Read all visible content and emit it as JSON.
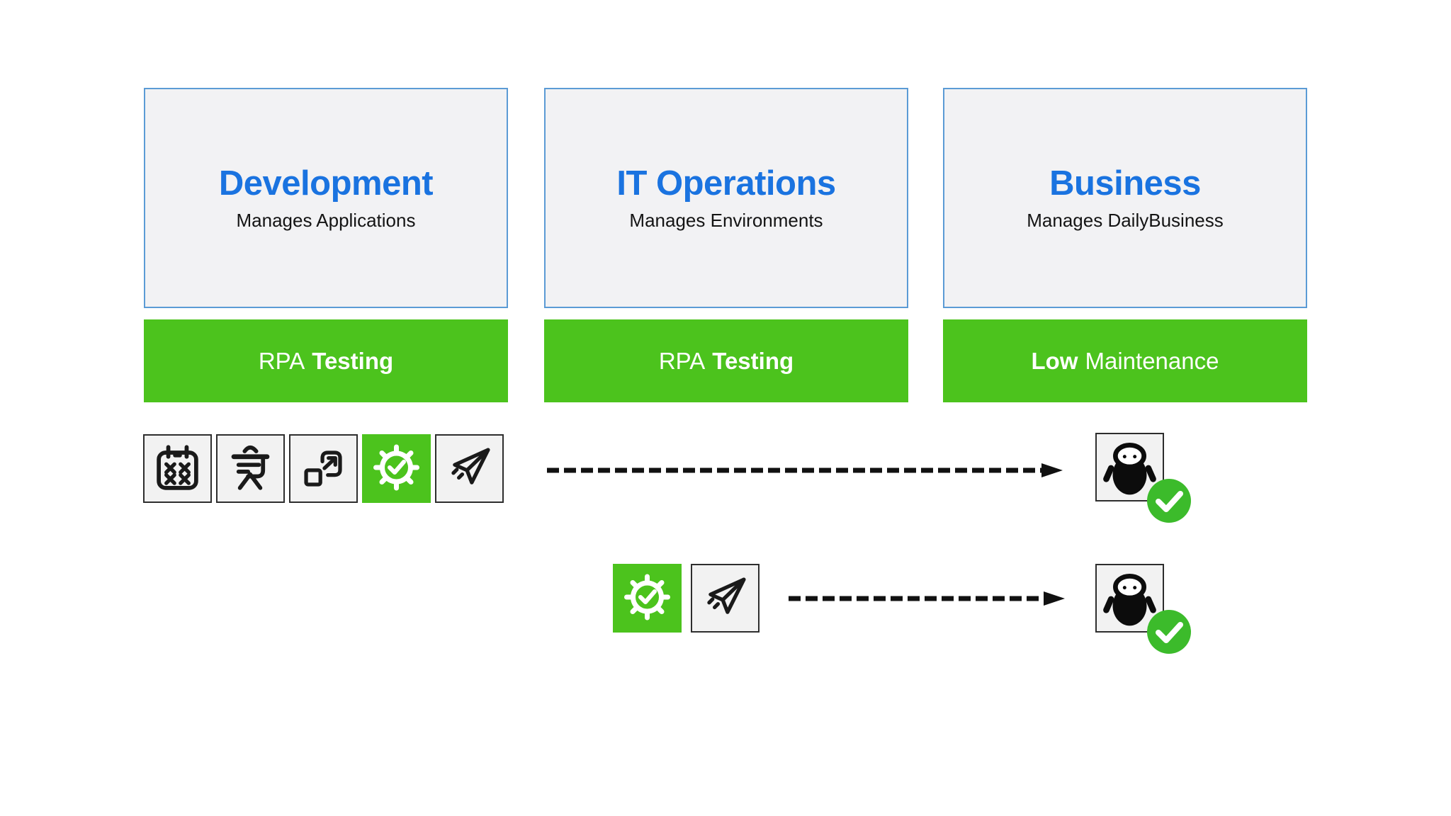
{
  "colors": {
    "accent_green": "#4cc31d",
    "title_blue": "#1a73e0",
    "panel_background": "#f2f2f4",
    "panel_border_blue": "#5b9bd5",
    "icon_box_background": "#f2f2f2",
    "icon_box_border": "#2e2e2e",
    "check_badge_green": "#3cbb2b",
    "arrow_black": "#111111",
    "bar_text_white": "#ffffff"
  },
  "columns": [
    {
      "id": "development",
      "title": "Development",
      "subtitle": "Manages Applications",
      "bar_first": "RPA",
      "bar_second": "Testing",
      "bar_bold_part": "second"
    },
    {
      "id": "it-operations",
      "title": "IT Operations",
      "subtitle": "Manages Environments",
      "bar_first": "RPA",
      "bar_second": "Testing",
      "bar_bold_part": "second"
    },
    {
      "id": "business",
      "title": "Business",
      "subtitle": "Manages DailyBusiness",
      "bar_first": "Low",
      "bar_second": "Maintenance",
      "bar_bold_part": "first"
    }
  ],
  "flows": [
    {
      "icons": [
        "calendar-test-data-icon",
        "presentation-board-icon",
        "expand-icon",
        "gear-check-icon",
        "paper-plane-icon"
      ],
      "arrow": "dashed-right-arrow",
      "target_icon": "robot-icon",
      "badge_icon": "check-badge-icon"
    },
    {
      "icons": [
        "gear-check-icon",
        "paper-plane-icon"
      ],
      "arrow": "dashed-right-arrow",
      "target_icon": "robot-icon",
      "badge_icon": "check-badge-icon"
    }
  ]
}
